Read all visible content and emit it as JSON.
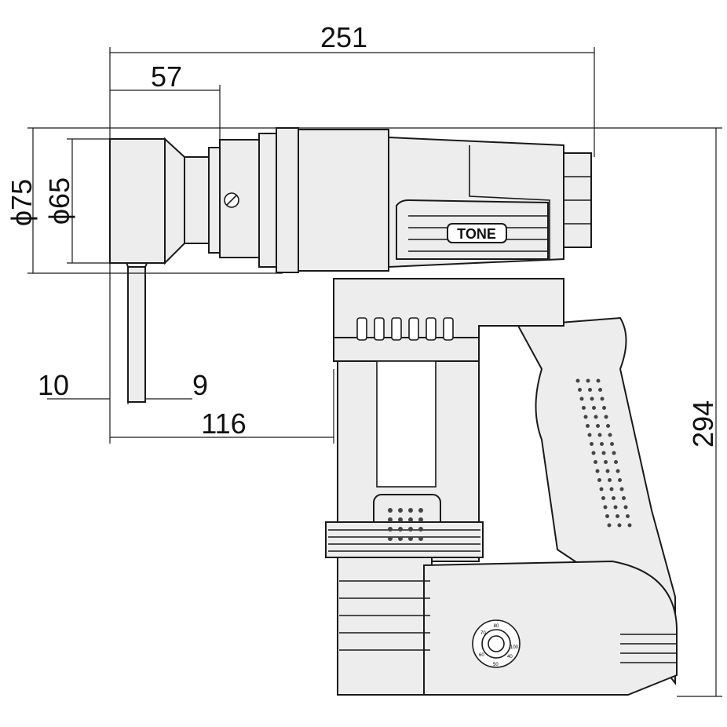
{
  "drawing": {
    "brand_logo": "TONE",
    "dimensions": {
      "overall_length": "251",
      "head_length": "57",
      "outer_diameter": "ϕ75",
      "inner_diameter": "ϕ65",
      "arm_offset_left": "10",
      "arm_width": "9",
      "grip_distance": "116",
      "overall_height": "294"
    },
    "dial_labels": [
      "80",
      "70",
      "60",
      "50",
      "40",
      "100"
    ]
  }
}
